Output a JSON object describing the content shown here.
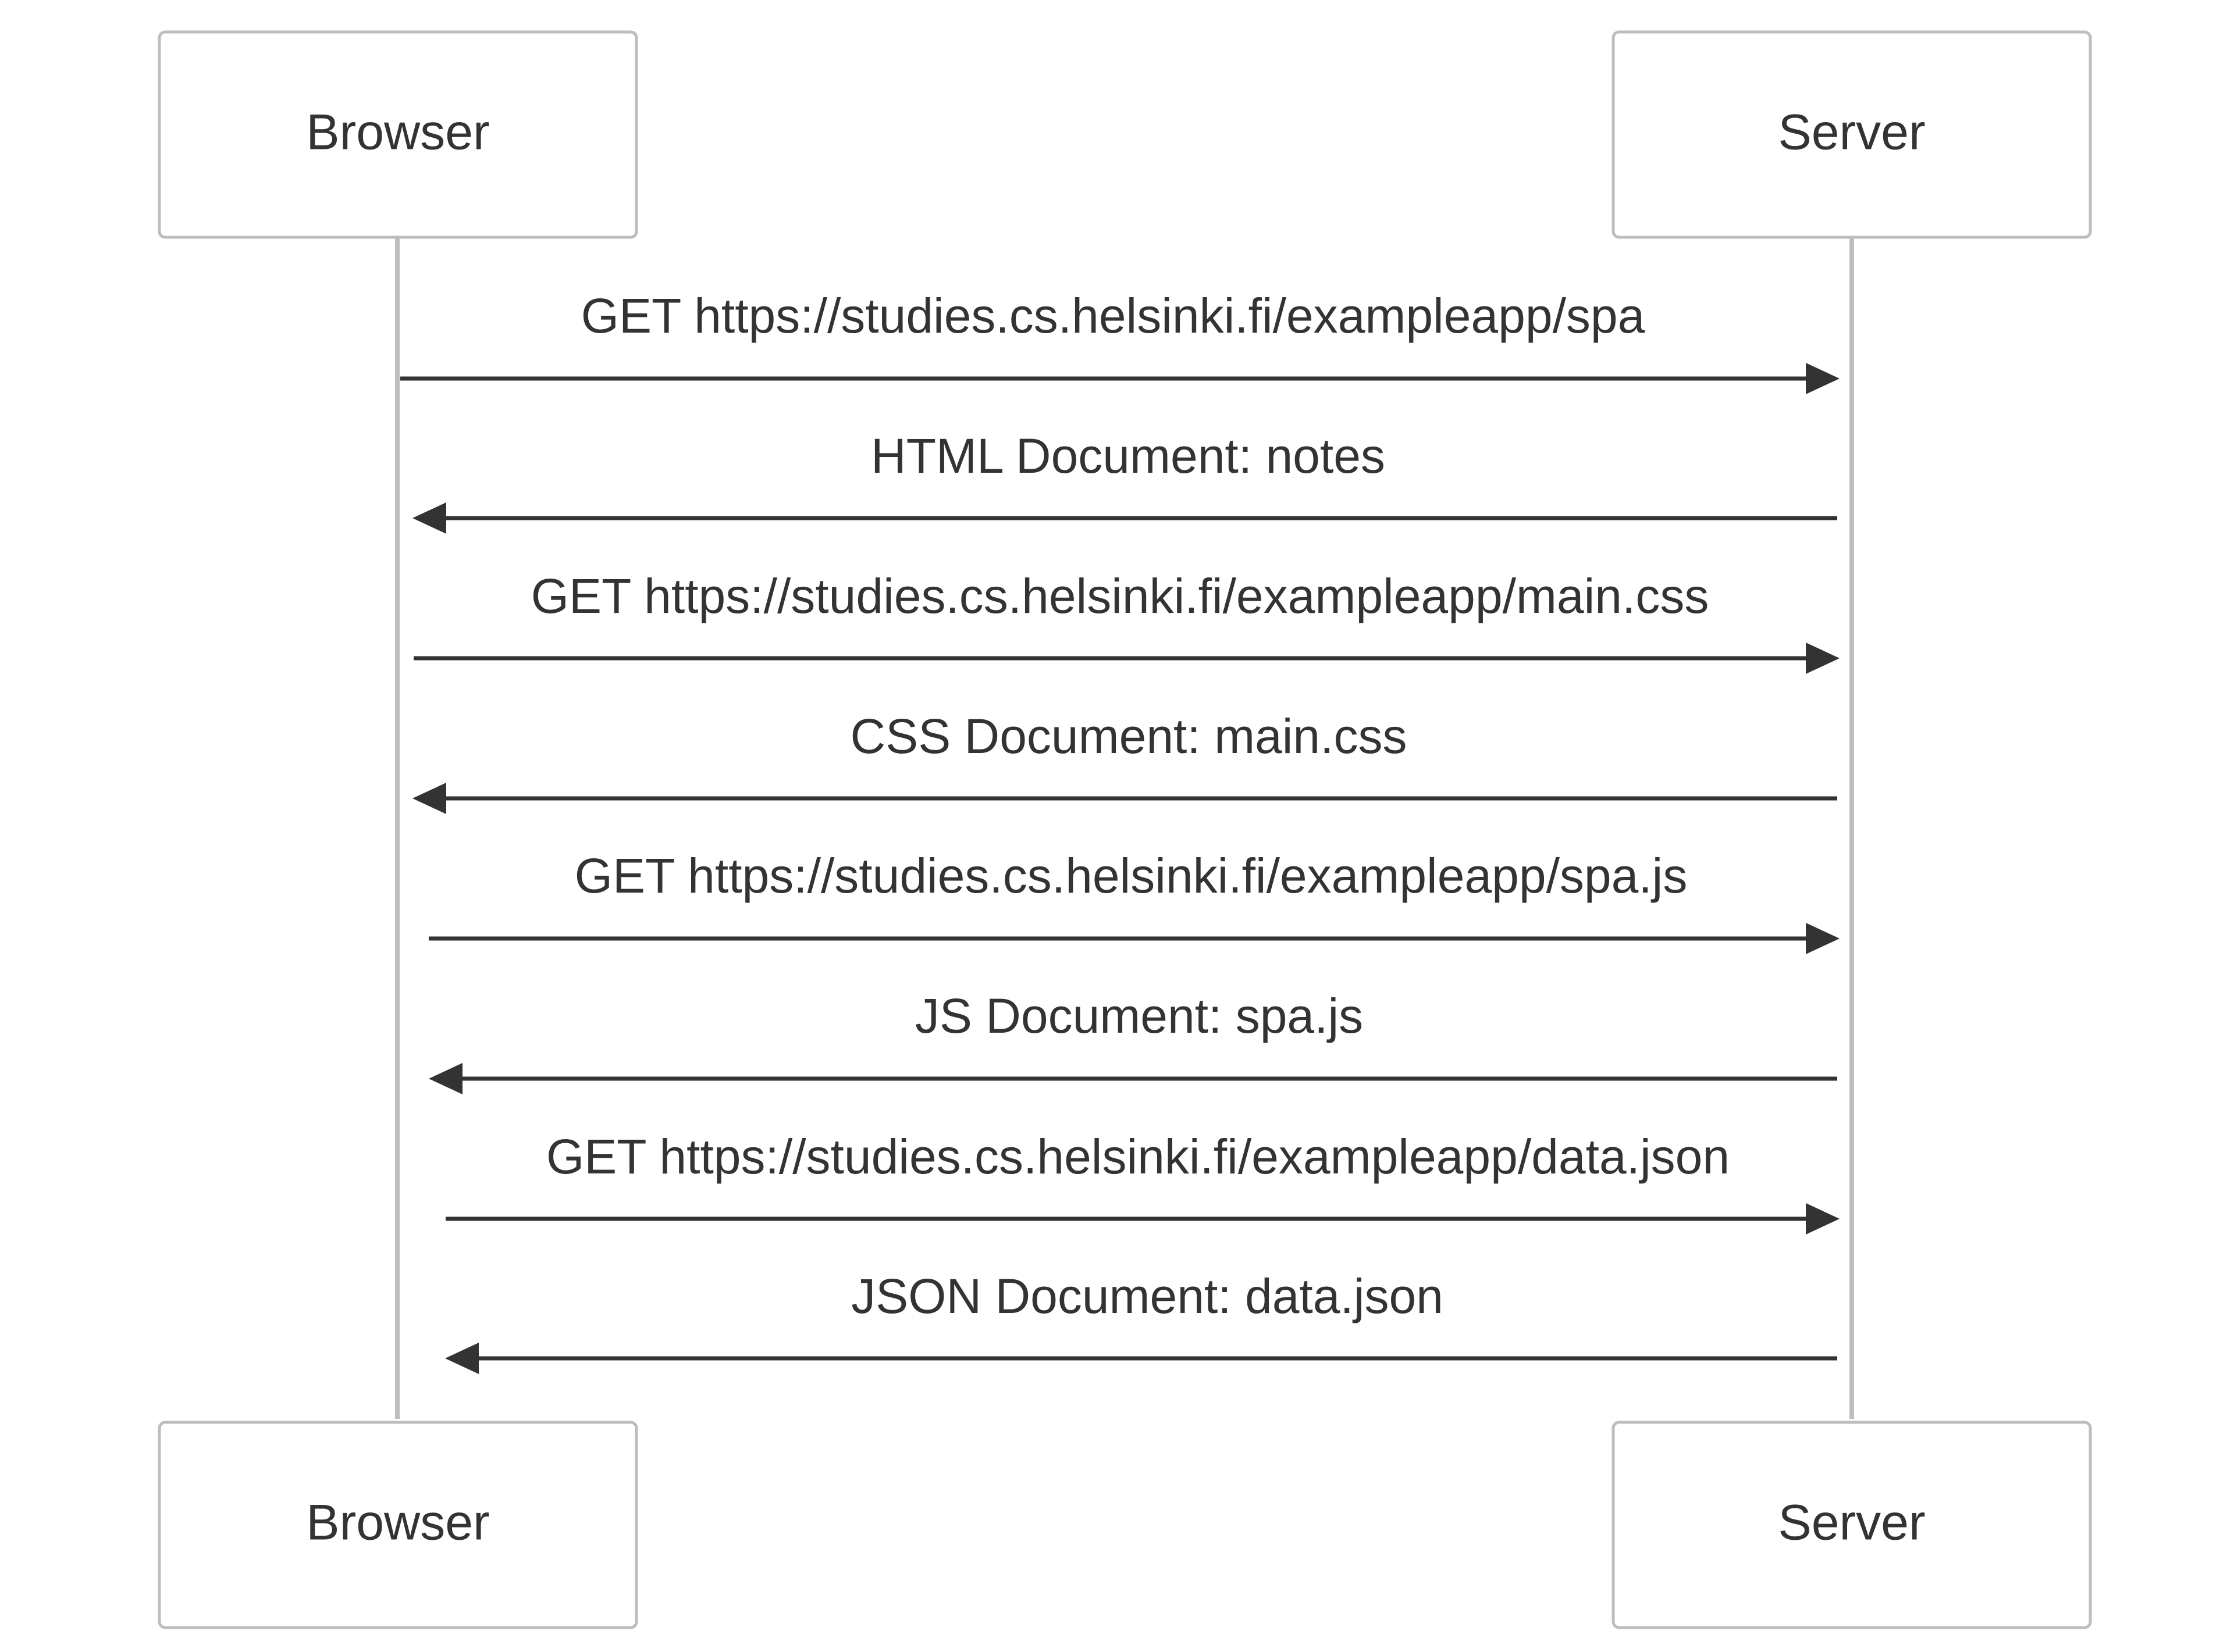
{
  "participants": [
    {
      "id": "browser",
      "name": "Browser"
    },
    {
      "id": "server",
      "name": "Server"
    }
  ],
  "messages": [
    {
      "from": "browser",
      "to": "server",
      "text": "GET https://studies.cs.helsinki.fi/exampleapp/spa"
    },
    {
      "from": "server",
      "to": "browser",
      "text": "HTML Document: notes"
    },
    {
      "from": "browser",
      "to": "server",
      "text": "GET https://studies.cs.helsinki.fi/exampleapp/main.css"
    },
    {
      "from": "server",
      "to": "browser",
      "text": "CSS Document: main.css"
    },
    {
      "from": "browser",
      "to": "server",
      "text": "GET https://studies.cs.helsinki.fi/exampleapp/spa.js"
    },
    {
      "from": "server",
      "to": "browser",
      "text": "JS Document: spa.js"
    },
    {
      "from": "browser",
      "to": "server",
      "text": "GET https://studies.cs.helsinki.fi/exampleapp/data.json"
    },
    {
      "from": "server",
      "to": "browser",
      "text": "JSON Document: data.json"
    }
  ]
}
